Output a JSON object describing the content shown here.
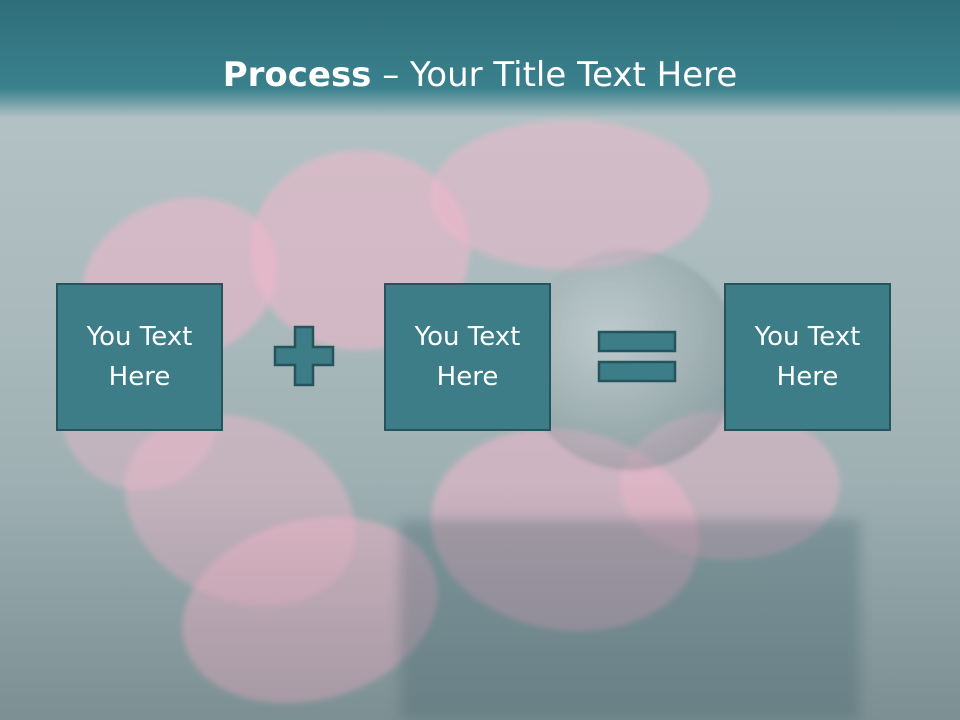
{
  "slide": {
    "title_bold": "Process",
    "title_rest": " – Your Title Text Here"
  },
  "boxes": [
    {
      "text": "You Text\nHere"
    },
    {
      "text": "You Text\nHere"
    },
    {
      "text": "You Text\nHere"
    }
  ],
  "operators": {
    "plus_icon": "plus-icon",
    "equals_icon": "equals-icon"
  },
  "colors": {
    "header": "#3a818d",
    "box_fill": "#3c7d88",
    "box_border": "#25545d",
    "text": "#ffffff"
  }
}
